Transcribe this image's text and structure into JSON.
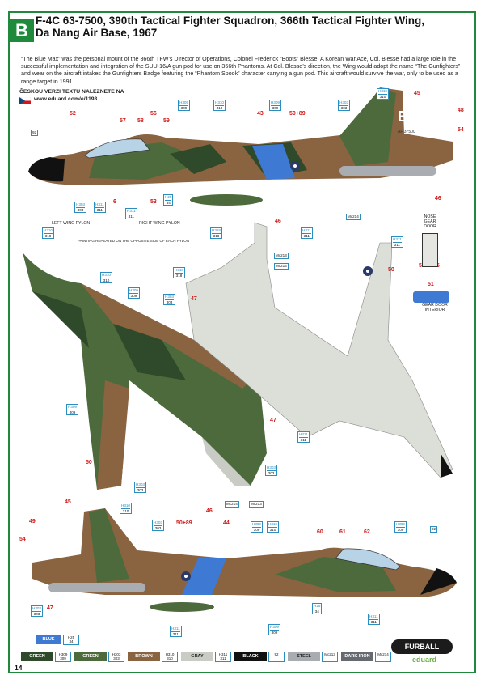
{
  "header": {
    "badge": "B",
    "title_line1": "F-4C 63-7500, 390th Tactical Fighter Squadron, 366th Tactical Fighter Wing,",
    "title_line2": "Da Nang Air Base, 1967",
    "description": "“The Blue Max” was the personal mount of the 366th TFW’s Director of Operations, Colonel Frederick “Boots” Blesse. A Korean War Ace, Col. Blesse had a large role in the successful implementation and integration of the SUU-16/A gun pod for use on 366th Phantoms. At Col. Blesse’s direction, the Wing would adopt the name “The Gunfighters” and wear on the aircraft intakes the Gunfighters Badge featuring the “Phantom Spook” character carrying a gun pod. This aircraft would survive the war, only to be used as a range target in 1991.",
    "czech_line1": "ČESKOU VERZI TEXTU NALEZNETE NA",
    "czech_line2": "www.eduard.com/e/1193"
  },
  "labels": {
    "l52": "52",
    "l57": "57",
    "l58": "58",
    "l56": "56",
    "l59": "59",
    "l43": "43",
    "l5089": "50+89",
    "l45": "45",
    "l48": "48",
    "l54": "54",
    "l46": "46",
    "l6": "6",
    "l53": "53",
    "l47": "47",
    "l50": "50",
    "l51": "51",
    "l55a": "55",
    "l55b": "55",
    "l44": "44",
    "l60": "60",
    "l61": "61",
    "l62": "62",
    "l45b": "45",
    "l49": "49",
    "l54b": "54",
    "l47b": "47",
    "l5089b": "50+89",
    "l46b": "46",
    "l46c": "46",
    "l47c": "47",
    "l50b": "50"
  },
  "codes": {
    "h309": [
      "H309",
      "309"
    ],
    "h310": [
      "H310",
      "310"
    ],
    "h303": [
      "H303",
      "303"
    ],
    "h311": [
      "H311",
      "311"
    ],
    "h25": [
      "H25",
      "34"
    ],
    "h92": [
      "92"
    ],
    "mc213": [
      "Mc213"
    ],
    "mc214": [
      "Mc214"
    ],
    "h318": [
      "H318",
      "318"
    ]
  },
  "notes": {
    "left_pylon": "LEFT WING PYLON",
    "right_pylon": "RIGHT WING PYLON",
    "pylon_note": "PAINTING REPEATED ON THE OPPOSITE SIDE OF EACH PYLON",
    "nose_gear": "NOSE GEAR DOOR",
    "gear_interior": "GEAR DOOR INTERIOR",
    "tail_code": "BB",
    "serial": "AF 37500"
  },
  "legend": [
    {
      "name": "BLUE",
      "color": "#3e7ad3",
      "code": "H25",
      "sub": "34"
    },
    {
      "name": "GREEN",
      "color": "#2f4a2a",
      "code": "H309",
      "sub": "309"
    },
    {
      "name": "GREEN",
      "color": "#4d6a3c",
      "code": "H303",
      "sub": "303"
    },
    {
      "name": "BROWN",
      "color": "#8a6440",
      "code": "H310",
      "sub": "310"
    },
    {
      "name": "GRAY",
      "color": "#c9ccc4",
      "code": "H311",
      "sub": "311"
    },
    {
      "name": "BLACK",
      "color": "#111111",
      "code": "92",
      "sub": ""
    },
    {
      "name": "STEEL",
      "color": "#a9adb2",
      "code": "Mc213",
      "sub": ""
    },
    {
      "name": "DARK IRON",
      "color": "#666a70",
      "code": "Mc214",
      "sub": ""
    }
  ],
  "footer": {
    "page_number": "14",
    "logo1": "FURBALL",
    "logo2": "eduard"
  }
}
